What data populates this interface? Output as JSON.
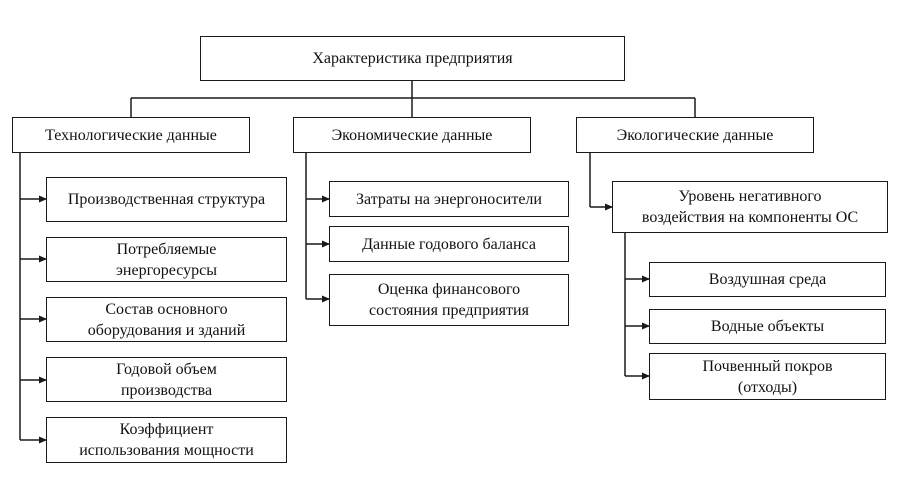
{
  "diagram": {
    "root": "Характеристика предприятия",
    "categories": [
      {
        "title": "Технологические данные",
        "items": [
          "Производственная структура",
          "Потребляемые\nэнергоресурсы",
          "Состав основного\nоборудования и зданий",
          "Годовой объем\nпроизводства",
          "Коэффициент\nиспользования мощности"
        ]
      },
      {
        "title": "Экономические данные",
        "items": [
          "Затраты на энергоносители",
          "Данные годового баланса",
          "Оценка финансового\nсостояния предприятия"
        ]
      },
      {
        "title": "Экологические данные",
        "items": [
          "Уровень негативного\nвоздействия на компоненты ОС"
        ],
        "subitems": [
          "Воздушная среда",
          "Водные объекты",
          "Почвенный покров\n(отходы)"
        ]
      }
    ]
  }
}
